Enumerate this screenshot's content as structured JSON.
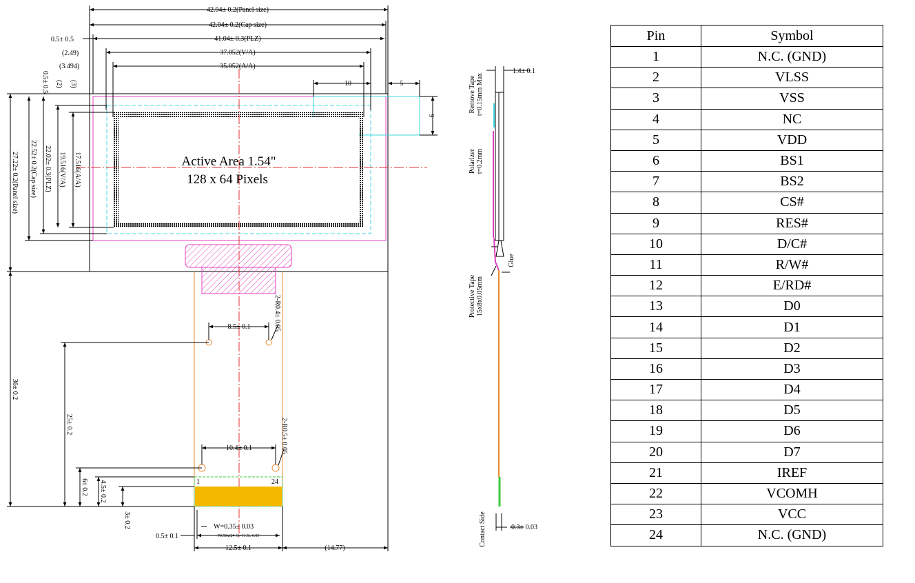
{
  "front_view": {
    "dims_top": {
      "panel_size": "42.04± 0.2(Panel size)",
      "cap_size": "42.04± 0.2(Cap size)",
      "plz": "41.04± 0.3(PLZ)",
      "va": "37.052(V/A)",
      "aa": "35.052(A/A)",
      "edge_05": "0.5± 0.5",
      "off_249": "(2.49)",
      "off_3494": "(3.494)",
      "dim_10": "10",
      "dim_5": "5",
      "dim_9": "9"
    },
    "dims_left": {
      "edge_05_v": "0.5± 0.5",
      "off_2": "(2)",
      "off_3": "(3)",
      "aa_v": "17.516(A/A)",
      "va_v": "19.516(V/A)",
      "plz_v": "22.02± 0.3(PLZ)",
      "cap_v": "22.52± 0.2(Cap size)",
      "panel_v": "27.22± 0.2(Panel size)",
      "total_v": "36± 0.2",
      "h25": "25± 0.2",
      "h6": "6± 0.2",
      "h45": "4.5± 0.2",
      "h3": "3± 0.2"
    },
    "active_area_line1": "Active Area 1.54\"",
    "active_area_line2": "128 x 64 Pixels",
    "fpc": {
      "hole_pitch_top": "8.5± 0.1",
      "hole_radius_top": "2-R0.4± 0.05",
      "hole_pitch_bottom": "10.4± 0.1",
      "hole_radius_bottom": "2-R0.5± 0.05",
      "pin_first": "1",
      "pin_last": "24",
      "pin_width": "W=0.35± 0.03",
      "pitch_formula": "P0.50x(24-1)=11.5± 0.05",
      "edge_margin": "0.5± 0.1",
      "fpc_width": "12.5± 0.1",
      "right_offset": "(14.77)"
    }
  },
  "side_view": {
    "thickness": "1.4± 0.1",
    "remove_tape": [
      "Remove Tape",
      "t=0.15mm Max"
    ],
    "polarizer": [
      "Polarizer",
      "t=0.2mm"
    ],
    "glue": "Glue",
    "protective_tape": [
      "Protective Tape",
      "15x8x0.05mm"
    ],
    "contact_side": "Contact Side",
    "contact_thickness": "0.3± 0.03"
  },
  "pin_table": {
    "headers": [
      "Pin",
      "Symbol"
    ],
    "rows": [
      [
        "1",
        "N.C. (GND)"
      ],
      [
        "2",
        "VLSS"
      ],
      [
        "3",
        "VSS"
      ],
      [
        "4",
        "NC"
      ],
      [
        "5",
        "VDD"
      ],
      [
        "6",
        "BS1"
      ],
      [
        "7",
        "BS2"
      ],
      [
        "8",
        "CS#"
      ],
      [
        "9",
        "RES#"
      ],
      [
        "10",
        "D/C#"
      ],
      [
        "11",
        "R/W#"
      ],
      [
        "12",
        "E/RD#"
      ],
      [
        "13",
        "D0"
      ],
      [
        "14",
        "D1"
      ],
      [
        "15",
        "D2"
      ],
      [
        "16",
        "D3"
      ],
      [
        "17",
        "D4"
      ],
      [
        "18",
        "D5"
      ],
      [
        "19",
        "D6"
      ],
      [
        "20",
        "D7"
      ],
      [
        "21",
        "IREF"
      ],
      [
        "22",
        "VCOMH"
      ],
      [
        "23",
        "VCC"
      ],
      [
        "24",
        "N.C. (GND)"
      ]
    ]
  },
  "colors": {
    "polarizer": "#e040c0",
    "cap": "#40d8e0",
    "center_line": "#e03030",
    "fpc": "#e88a30",
    "contacts": "#f5b800",
    "contact_green": "#3ec83e",
    "ink": "#000000"
  }
}
